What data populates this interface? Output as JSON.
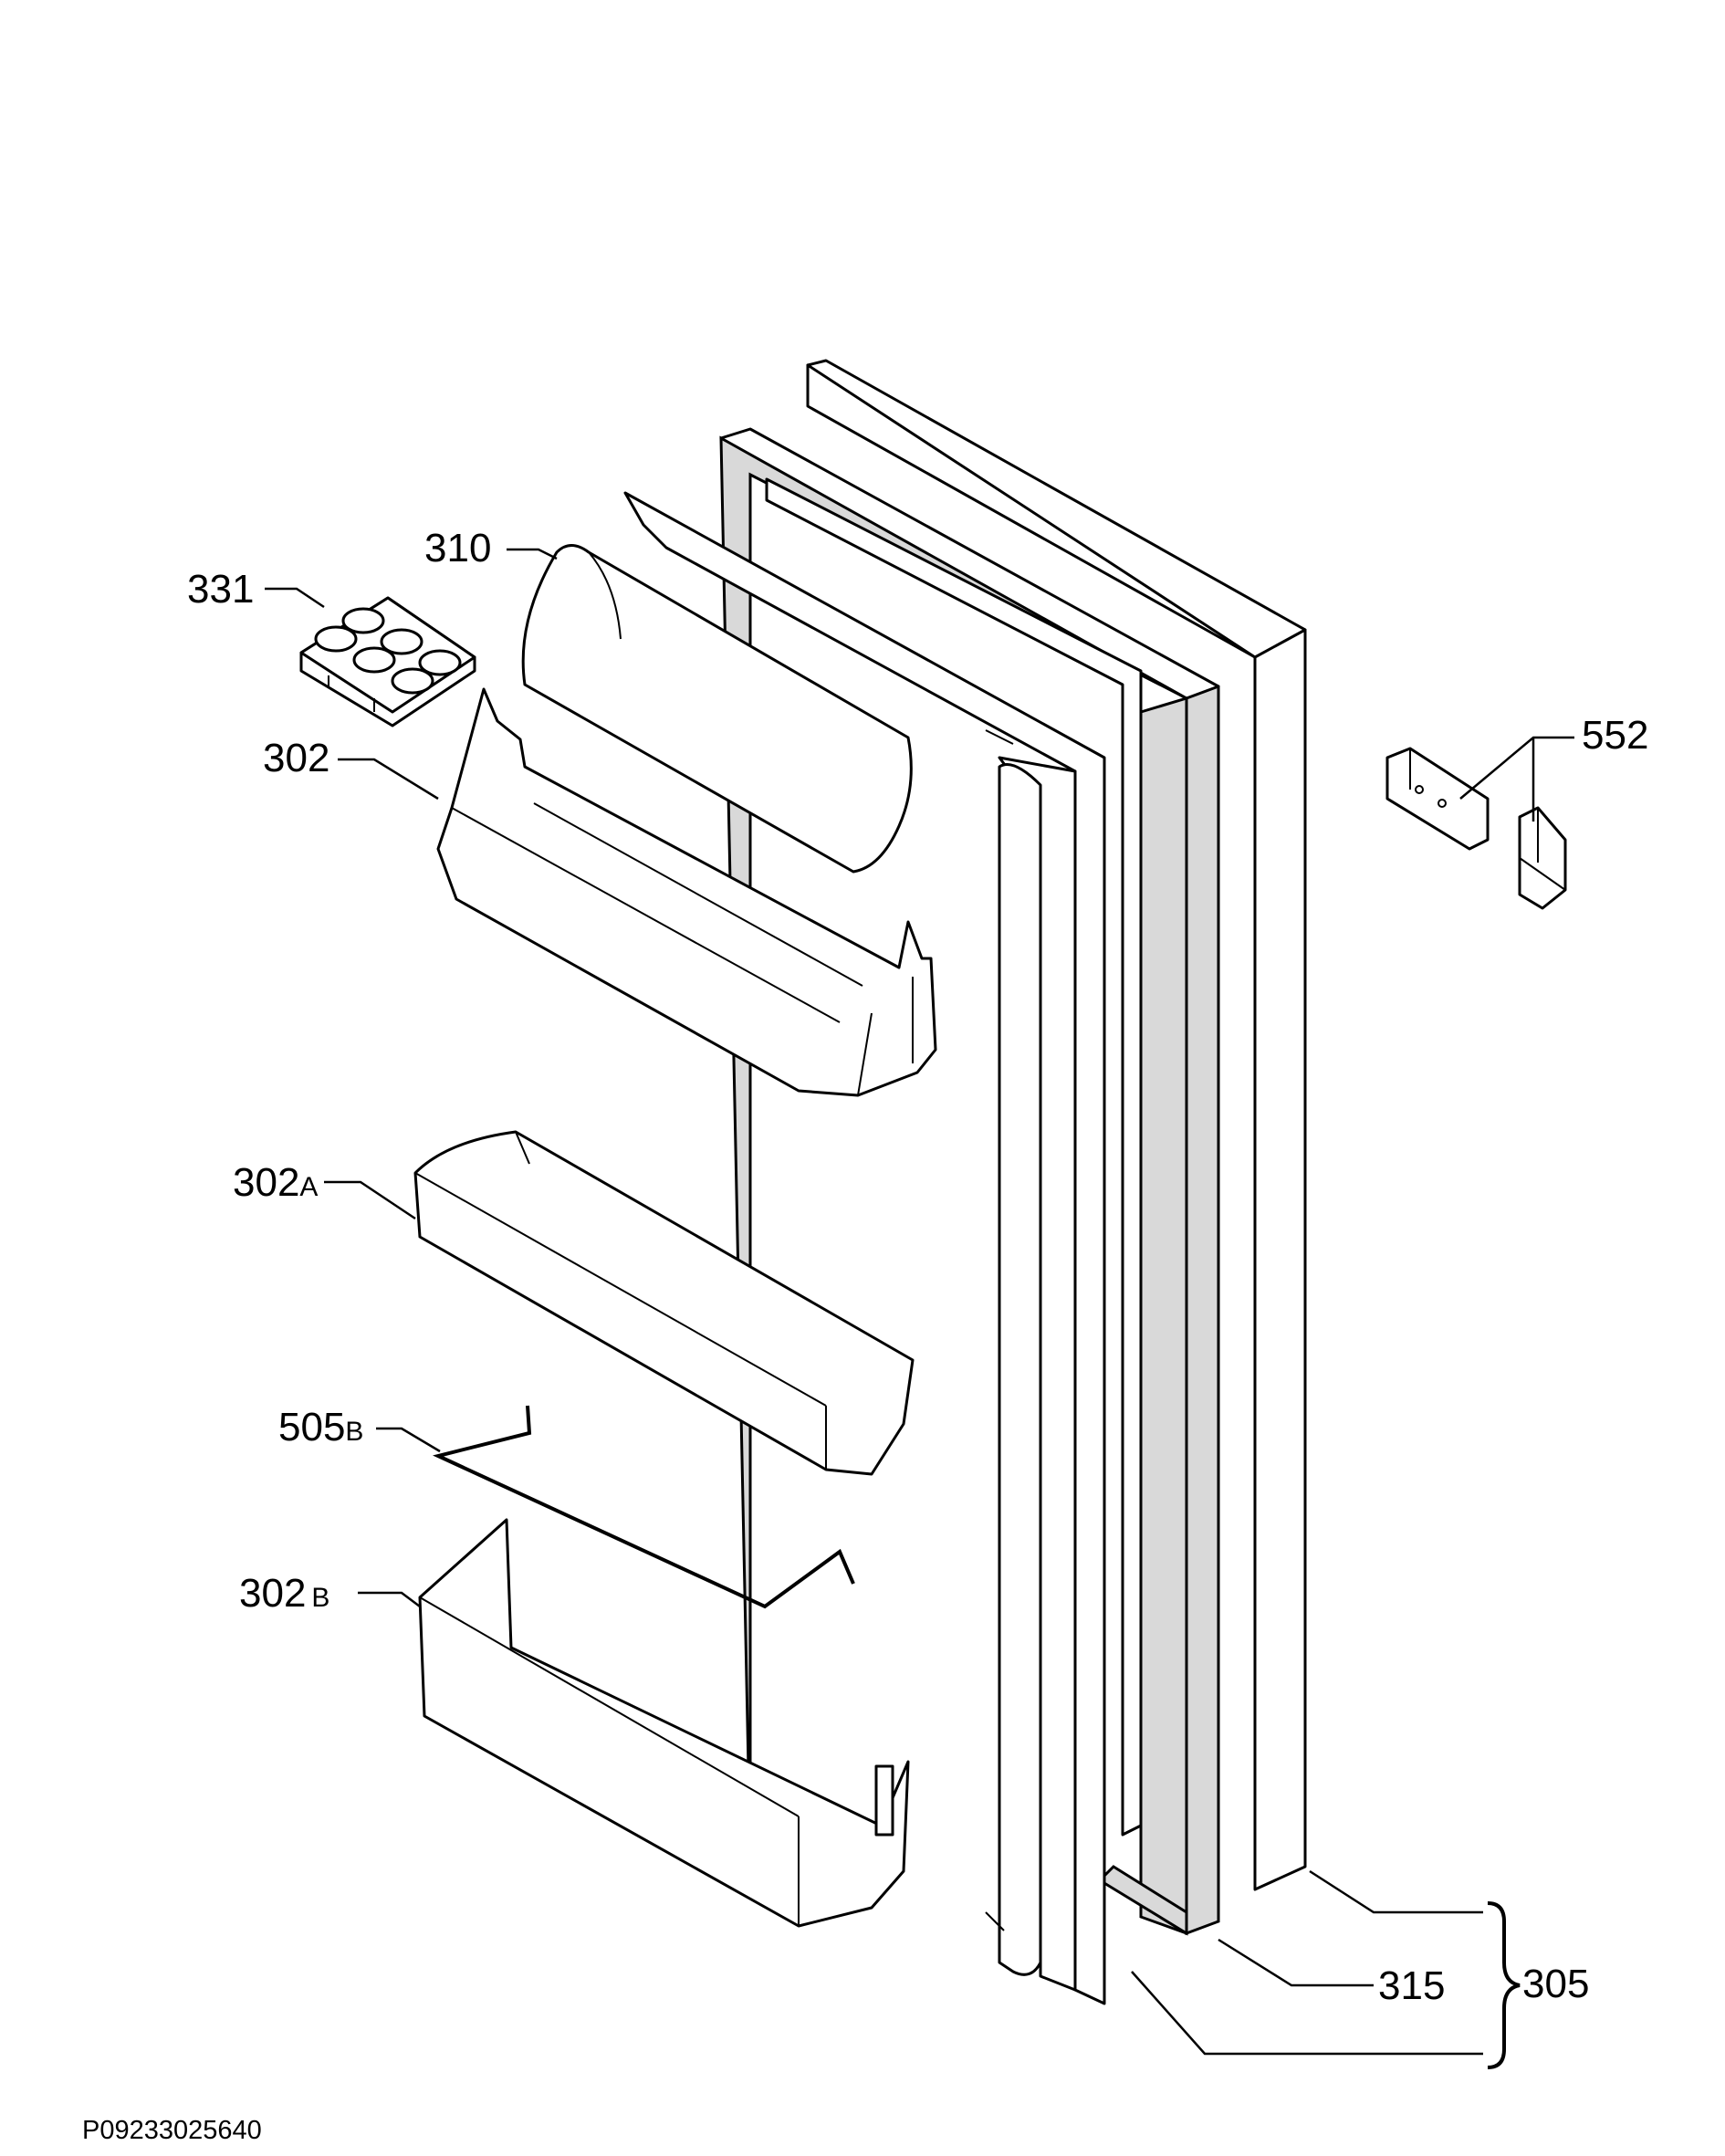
{
  "diagram": {
    "parts": [
      {
        "id": "331",
        "num": "331",
        "suffix": ""
      },
      {
        "id": "310",
        "num": "310",
        "suffix": ""
      },
      {
        "id": "302",
        "num": "302",
        "suffix": ""
      },
      {
        "id": "302A",
        "num": "302",
        "suffix": "A"
      },
      {
        "id": "505B",
        "num": "505",
        "suffix": "B"
      },
      {
        "id": "302B",
        "num": "302",
        "suffix": "B"
      },
      {
        "id": "552",
        "num": "552",
        "suffix": ""
      },
      {
        "id": "315",
        "num": "315",
        "suffix": ""
      },
      {
        "id": "305",
        "num": "305",
        "suffix": ""
      }
    ],
    "drawing_code": "P09233025640"
  }
}
